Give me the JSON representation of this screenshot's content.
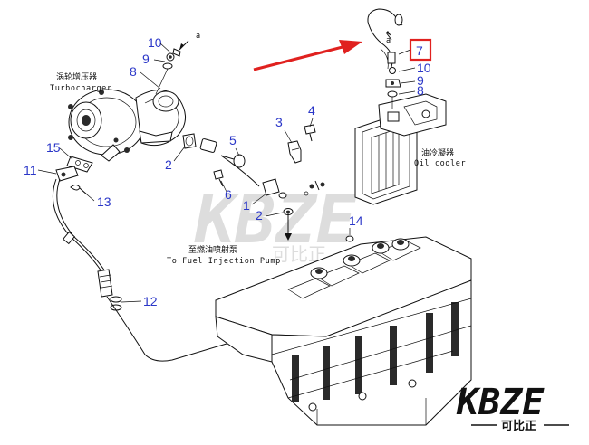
{
  "labels": {
    "turbo_cn": "涡轮增压器",
    "turbo_en": "Turbocharger",
    "oilcooler_cn": "油冷凝器",
    "oilcooler_en": "Oil cooler",
    "pump_cn": "至燃油喷射泵",
    "pump_en": "To Fuel Injection Pump",
    "ref_a_top": "a",
    "ref_a_right": "a"
  },
  "callouts": {
    "c10_left": "10",
    "c9_left": "9",
    "c8_left": "8",
    "c15": "15",
    "c2_left": "2",
    "c11": "11",
    "c13": "13",
    "c3": "3",
    "c4": "4",
    "c5": "5",
    "c6": "6",
    "c1": "1",
    "c2_mid": "2",
    "c14": "14",
    "c12": "12",
    "c7": "7",
    "c10_right": "10",
    "c9_right": "9",
    "c8_right": "8"
  },
  "highlight": {
    "part": "7",
    "color": "#e0211f"
  },
  "watermark": {
    "brand": "KBZE",
    "sub": "可比正"
  },
  "logo": {
    "brand": "KBZE",
    "sub": "可比正"
  },
  "colors": {
    "callout": "#2a36c8",
    "arrow": "#e0211f",
    "ink": "#111111"
  }
}
